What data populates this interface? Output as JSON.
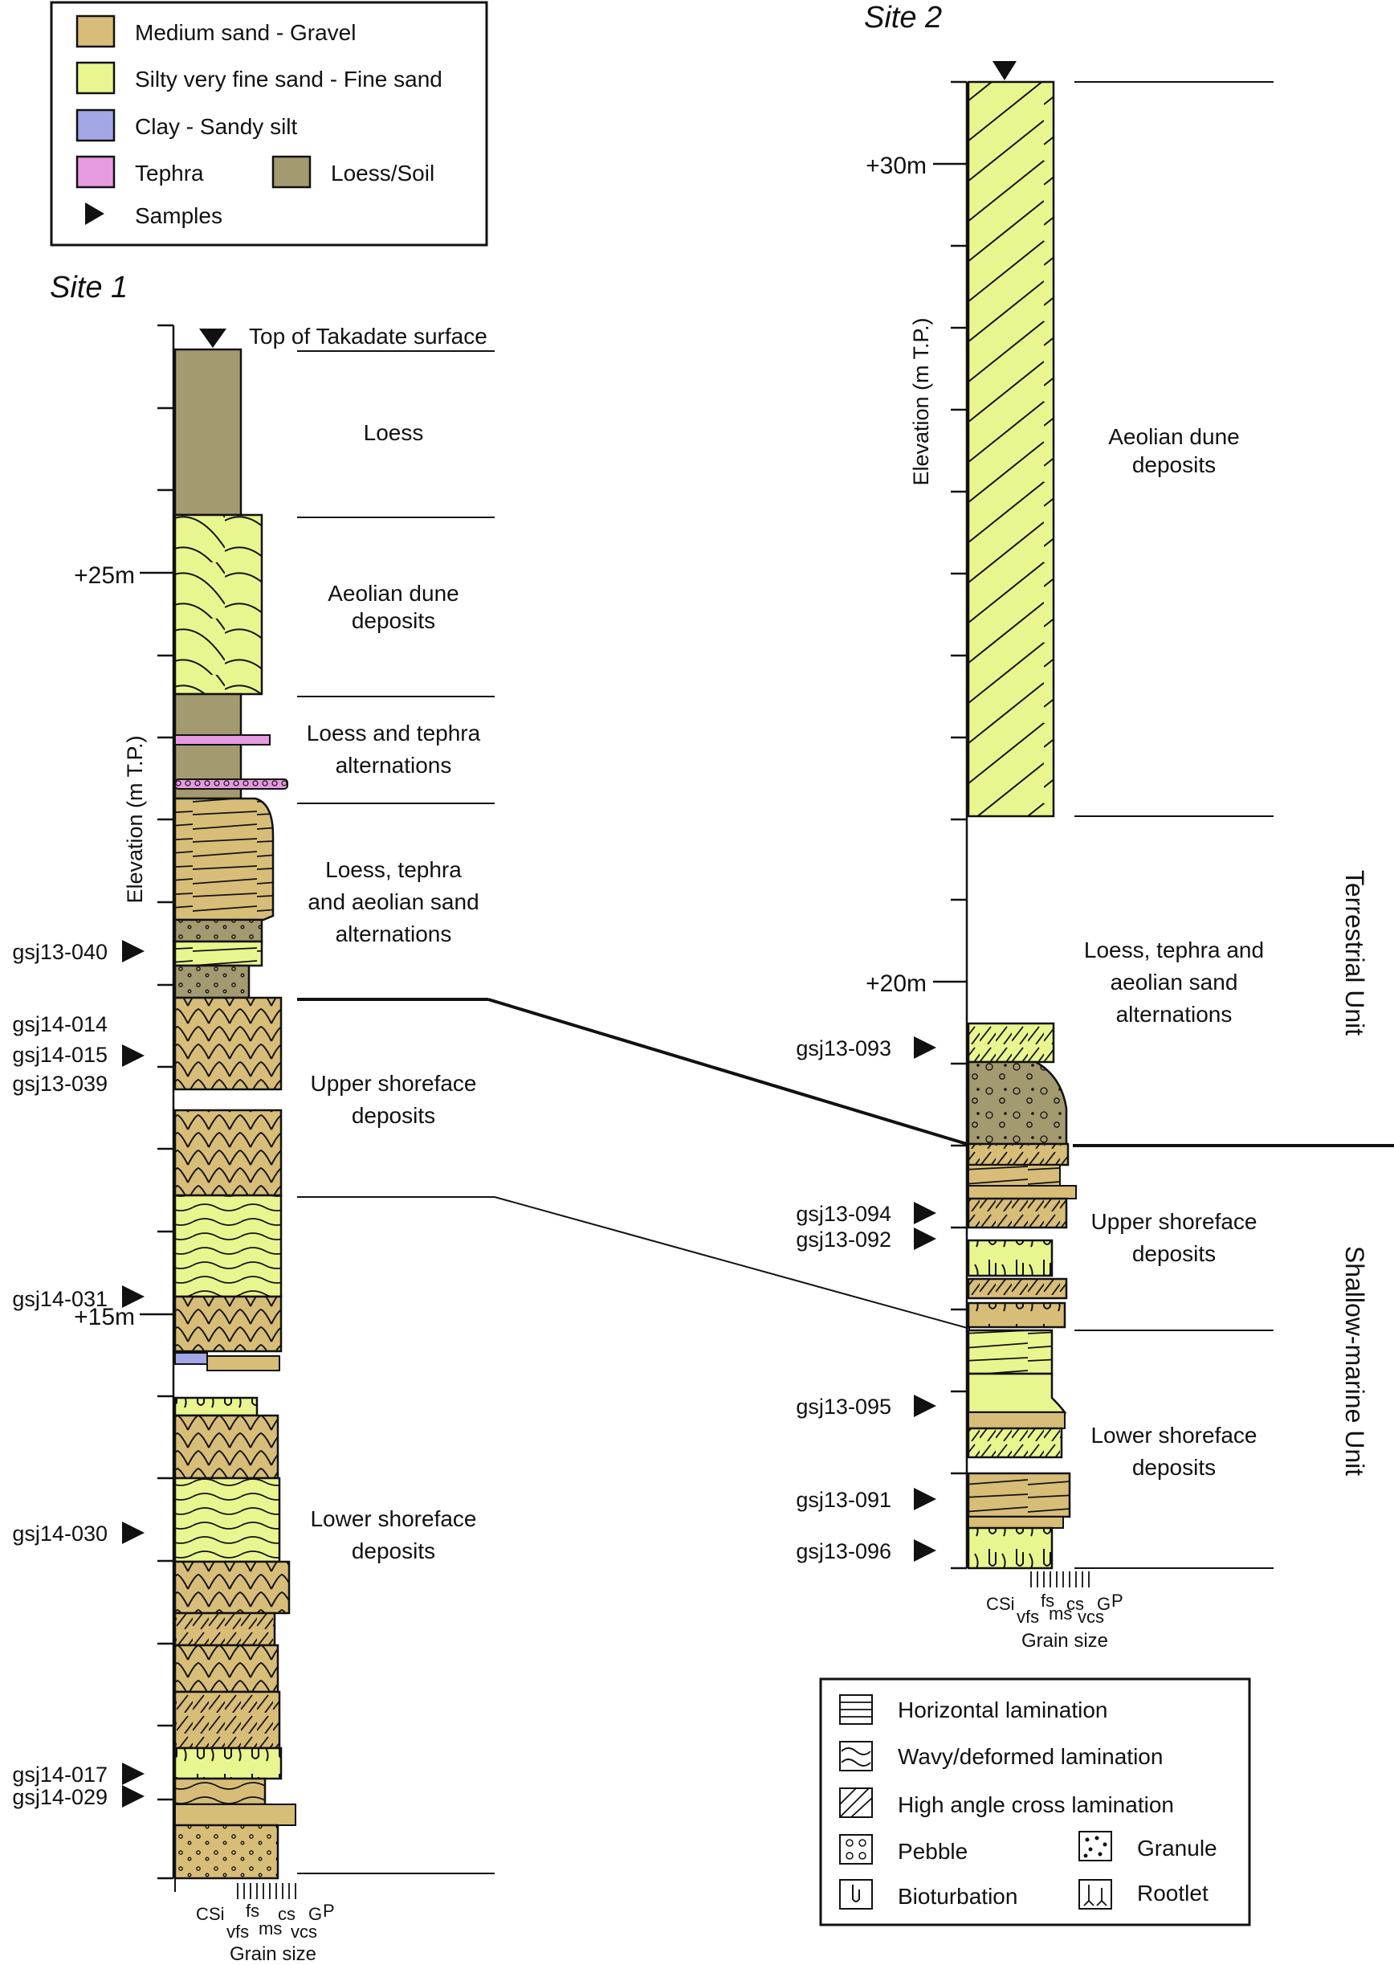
{
  "colors": {
    "medium_sand": "#d7bd78",
    "fine_sand": "#e9f58f",
    "clay": "#a3a7e6",
    "tephra": "#e69ae0",
    "loess": "#a49a70",
    "line": "#111111"
  },
  "legend_lithology": {
    "items": [
      {
        "label": "Medium sand - Gravel",
        "swatch": "medium_sand"
      },
      {
        "label": "Silty very fine sand - Fine sand",
        "swatch": "fine_sand"
      },
      {
        "label": "Clay - Sandy silt",
        "swatch": "clay"
      },
      {
        "label": "Tephra",
        "swatch": "tephra"
      },
      {
        "label": "Loess/Soil",
        "swatch": "loess"
      },
      {
        "label": "Samples",
        "swatch": "triangle"
      }
    ]
  },
  "legend_structures": {
    "items": [
      {
        "label": "Horizontal lamination",
        "icon": "horizontal-lamination-icon"
      },
      {
        "label": "Wavy/deformed lamination",
        "icon": "wavy-lamination-icon"
      },
      {
        "label": "High angle cross lamination",
        "icon": "cross-lamination-icon"
      },
      {
        "label": "Pebble",
        "icon": "pebble-icon"
      },
      {
        "label": "Granule",
        "icon": "granule-icon"
      },
      {
        "label": "Bioturbation",
        "icon": "bioturbation-icon"
      },
      {
        "label": "Rootlet",
        "icon": "rootlet-icon"
      }
    ]
  },
  "site1": {
    "title": "Site 1",
    "axis_label": "Elevation (m T.P.)",
    "top_label": "Top of Takadate surface",
    "ticks": [
      "+25m",
      "+15m"
    ],
    "units": [
      {
        "lines": [
          "Loess"
        ]
      },
      {
        "lines": [
          "Aeolian dune",
          "deposits"
        ]
      },
      {
        "lines": [
          "Loess and tephra",
          "alternations"
        ]
      },
      {
        "lines": [
          "Loess, tephra",
          "and aeolian sand",
          "alternations"
        ]
      },
      {
        "lines": [
          "Upper shoreface",
          "deposits"
        ]
      },
      {
        "lines": [
          "Lower shoreface",
          "deposits"
        ]
      }
    ],
    "samples": [
      "gsj13-040",
      "gsj14-014",
      "gsj14-015",
      "gsj13-039",
      "gsj14-031",
      "gsj14-030",
      "gsj14-017",
      "gsj14-029"
    ],
    "grain_size": {
      "codes": [
        "C",
        "Si",
        "fs",
        "cs",
        "G",
        "P",
        "vfs",
        "ms",
        "vcs"
      ],
      "caption": "Grain size"
    }
  },
  "site2": {
    "title": "Site 2",
    "axis_label": "Elevation (m T.P.)",
    "ticks": [
      "+30m",
      "+20m"
    ],
    "units": [
      {
        "lines": [
          "Aeolian dune",
          "deposits"
        ]
      },
      {
        "lines": [
          "Loess, tephra and",
          "aeolian sand",
          "alternations"
        ]
      },
      {
        "lines": [
          "Upper shoreface",
          "deposits"
        ]
      },
      {
        "lines": [
          "Lower shoreface",
          "deposits"
        ]
      }
    ],
    "samples": [
      "gsj13-093",
      "gsj13-094",
      "gsj13-092",
      "gsj13-095",
      "gsj13-091",
      "gsj13-096"
    ],
    "big_units": [
      "Terrestrial Unit",
      "Shallow-marine Unit"
    ],
    "grain_size": {
      "codes": [
        "C",
        "Si",
        "fs",
        "cs",
        "G",
        "P",
        "vfs",
        "ms",
        "vcs"
      ],
      "caption": "Grain size"
    }
  }
}
